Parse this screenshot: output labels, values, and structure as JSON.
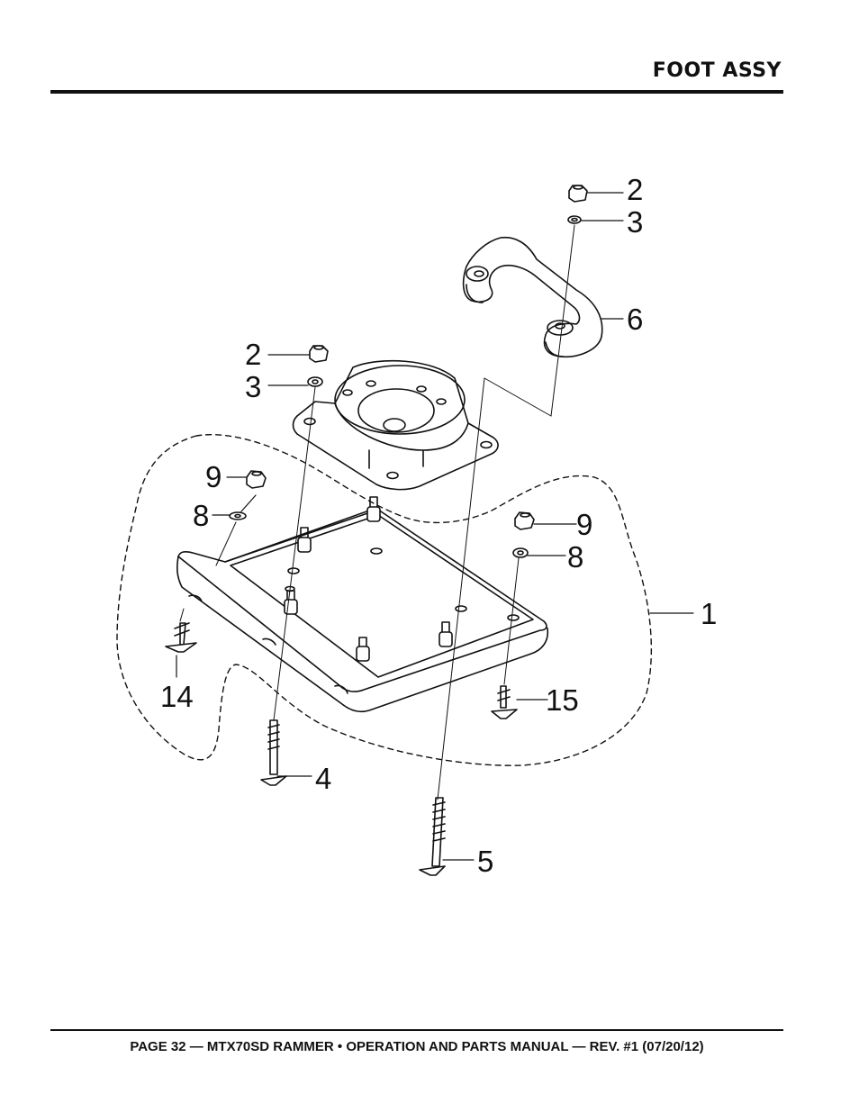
{
  "header": {
    "title": "FOOT ASSY"
  },
  "footer": {
    "text": "PAGE 32 — MTX70SD RAMMER • OPERATION AND PARTS MANUAL — REV. #1 (07/20/12)"
  },
  "callouts": {
    "nut_top": "2",
    "washer_top": "3",
    "handle": "6",
    "nut_mount": "2",
    "washer_mount": "3",
    "nut_left": "9",
    "washer_left": "8",
    "nut_right": "9",
    "washer_right": "8",
    "assembly": "1",
    "screw_left": "14",
    "screw_right": "15",
    "bolt_short": "4",
    "bolt_long": "5"
  }
}
